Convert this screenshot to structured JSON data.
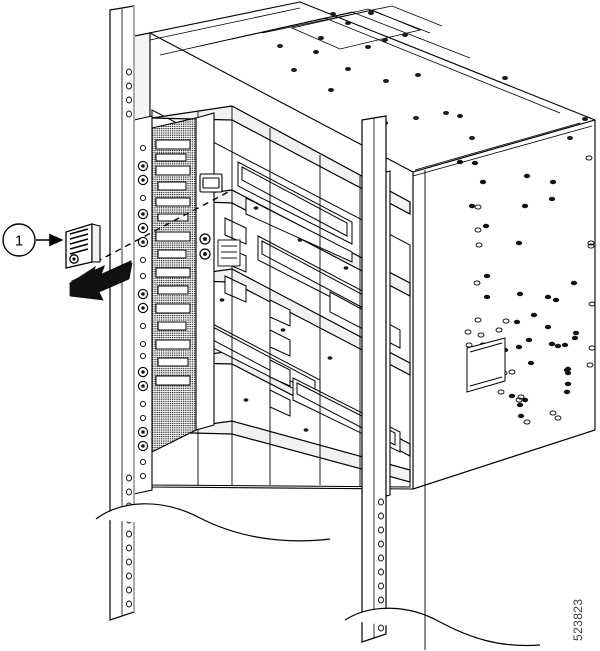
{
  "figure": {
    "id_label": "523823",
    "background_color": "#ffffff",
    "line_color": "#000000",
    "shade_color": "#c8c8c8",
    "type": "technical-line-art-isometric",
    "subject": "Equipment chassis installed in a two-post equipment rack, with a small module being removed from the front card cage"
  },
  "callouts": [
    {
      "number": "1",
      "target": "removable-module",
      "arrow_direction": "right",
      "leader_style": "solid-arrow"
    }
  ],
  "annotations": {
    "leader_line_style": "dashed",
    "leader_line_meaning": "alignment path from removed module to its slot in the chassis",
    "removal_arrow": {
      "name": "removal-direction-arrow",
      "style": "solid-filled-block-arrow",
      "direction": "down-left"
    },
    "break_lines": {
      "name": "rack-post-break-line",
      "count": 2,
      "meaning": "rack posts continue beyond the illustration"
    }
  },
  "rack": {
    "post_left_label": "left-rack-post",
    "post_right_label": "right-rack-post",
    "hole_pattern": "evenly-spaced round mounting holes"
  },
  "chassis": {
    "top_panel_label": "chassis-top-panel",
    "side_panel_label": "chassis-right-side-panel",
    "card_cage_label": "chassis-card-cage",
    "slots_visible": 6,
    "module_label": "removable-module"
  }
}
